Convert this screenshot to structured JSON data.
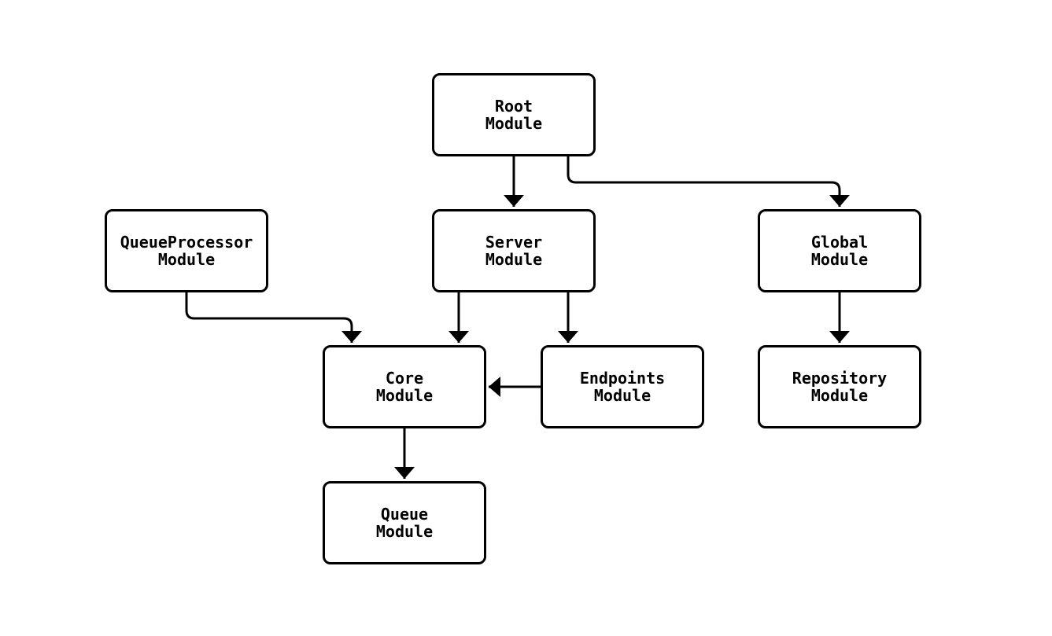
{
  "diagram": {
    "type": "module-dependency-graph",
    "background_color": "#ffffff",
    "line_color": "#000000",
    "node_fill": "#ffffff",
    "nodes": {
      "root": {
        "label": "Root\nModule"
      },
      "queueprocessor": {
        "label": "QueueProcessor\nModule"
      },
      "server": {
        "label": "Server\nModule"
      },
      "global": {
        "label": "Global\nModule"
      },
      "core": {
        "label": "Core\nModule"
      },
      "endpoints": {
        "label": "Endpoints\nModule"
      },
      "repository": {
        "label": "Repository\nModule"
      },
      "queue": {
        "label": "Queue\nModule"
      }
    },
    "edges": [
      {
        "from": "Root Module",
        "to": "Server Module"
      },
      {
        "from": "Root Module",
        "to": "Global Module"
      },
      {
        "from": "QueueProcessor Module",
        "to": "Core Module"
      },
      {
        "from": "Server Module",
        "to": "Core Module"
      },
      {
        "from": "Server Module",
        "to": "Endpoints Module"
      },
      {
        "from": "Endpoints Module",
        "to": "Core Module"
      },
      {
        "from": "Global Module",
        "to": "Repository Module"
      },
      {
        "from": "Core Module",
        "to": "Queue Module"
      }
    ]
  }
}
